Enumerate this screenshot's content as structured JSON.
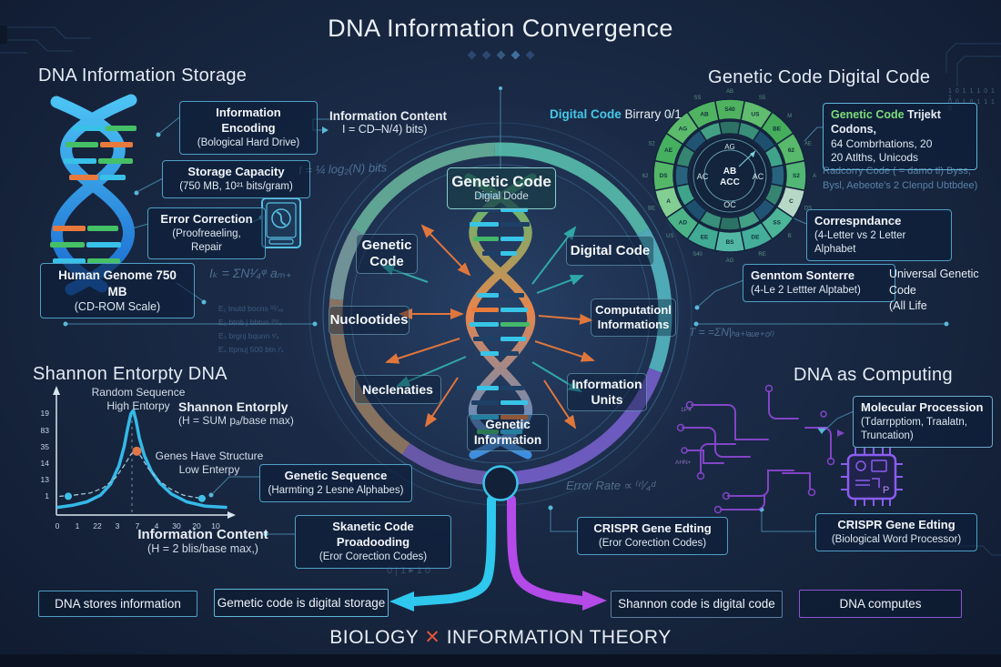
{
  "title": "DNA Information Convergence",
  "footer": {
    "left": "BIOLOGY ",
    "x": "✕",
    "right": " INFORMATION THEORY"
  },
  "colors": {
    "accent_cyan": "#35c0e8",
    "accent_purple": "#b44ae8",
    "accent_orange": "#e0763c",
    "accent_green": "#56c466",
    "box_border": "#4e9fc4",
    "x_red": "#e05538"
  },
  "storage": {
    "heading": "DNA Information Storage",
    "box1_l1": "Information Encoding",
    "box1_l2": "(Bological Hard Drive)",
    "box2_l1": "Storage Capacity",
    "box2_l2": "(750 MB, 10²¹ bits/gram)",
    "box3_l1": "Error Correction",
    "box3_l2": "(Proofreaeling, Repair",
    "box4_l1": "Human Genome 750 MB",
    "box4_l2": "(CD-ROM Scale)",
    "info_l1": "Information Content",
    "info_l2": "I = CD–N/4) bits)"
  },
  "genetic": {
    "heading": "Genetic Code Digital Code",
    "digital_cyan": "Digital Code",
    "digital_white": " Birrary 0/1",
    "box1_hl": "Genetic Code",
    "box1_rest": " Trijekt Codons,",
    "box1_l2": "64 Combrhations, 20",
    "box1_l3": "20 Atlths, Unicods",
    "faint1": "Radcorry Code ( = damo  tl)  Byss,",
    "faint2": "Bysl, Aebeote's 2 Clenpd Ubtbdee)",
    "box2_l1": "Correspndance",
    "box2_l2": "(4-Letter vs 2 Letter Alphabet",
    "box3_l1": "Genntom Sonterre",
    "box3_l2": "(4-Le  2 Lettter Alptabet)",
    "uni_l1": "Universal Genetic Code",
    "uni_l2": "(All Life"
  },
  "center": {
    "top_line1": "Genetic Code",
    "top_line2": "Digial Dode",
    "left_top_1": "Genetic",
    "left_top_2": "Code",
    "right_top": "Digital Code",
    "left_mid": "Nuclootides",
    "right_mid_1": "Computationl",
    "right_mid_2": "Informations",
    "left_low": "Neclenaties",
    "right_low_1": "Information",
    "right_low_2": "Units",
    "bottom_1": "Genetic",
    "bottom_2": "Information"
  },
  "shannon": {
    "heading": "Shannon Entorpty DNA",
    "rand1": "Random Sequence",
    "rand2": "High Entorpy",
    "sh1": "Shannon Entorply",
    "sh2": "(H =  SUM pₐ/base max)",
    "genes1": "Genes Have Structure",
    "genes2": "Low Enterpy",
    "info1": "Information Content",
    "info2": "(H = 2 blis/base max,)",
    "box1_l1": "Genetic Sequence",
    "box1_l2": "(Harmting 2 Lesne Alphabes)",
    "box2_l1": "Skanetic Code Proadooding",
    "box2_l2": "(Eror Corection Codes)"
  },
  "computing": {
    "heading": "DNA as Computing",
    "box1_l1": "Molecular Procession",
    "box1_l2": "(Tdarrpptiom, Traalatn,",
    "box1_l3": "Truncation)",
    "box2_l1": "CRISPR Gene Edting",
    "box2_l2": "(Eror Corection Codes)",
    "box3_l1": "CRISPR Gene Edting",
    "box3_l2": "(Biological Word Processor)"
  },
  "bottom_row": {
    "b1": "DNA stores information",
    "b2": "Gemetic code is digital storage",
    "b3": "Shannon code is digital code",
    "b4": "DNA computes"
  },
  "decor": {
    "formula_storage": "I = ¼ log₂(N) bits",
    "formula_if": "Iₖ = ΣN¹⁄₄ᵠ aₘ₊",
    "rows": [
      "E₁ tnutd bocns    ᵇ¹⁄₄ₐ",
      "E₂ btnb j bbtun    ²⁰⁄₄",
      "E₃ brgnj bqunn    ⁿ⁄₄",
      "E₄ ttpnuj 500 btn   ⁱ⁄₄"
    ],
    "formula_right": "T = =ΣN|ₕₐ₊ₗₐᵤₑ₊₀ₗ₎",
    "error_rate": "Error Rate  ∝ ⁽ʳ⁾⁄₄ᵈ",
    "center_faint": "0 | 1  ▸  1  0",
    "binary1": "1 0 1 1 1 0 1 1",
    "binary2": "0 0 1 0 1 1 1 0"
  },
  "codon_wheel": {
    "center_line1": "AB",
    "center_line2": "ACC",
    "center_top": "AG",
    "center_left": "AC",
    "center_right": "AC",
    "center_bottom": "OC",
    "outer_segments": [
      {
        "label": "S40",
        "color": "#55c263"
      },
      {
        "label": "US",
        "color": "#68cd74"
      },
      {
        "label": "BE",
        "color": "#4abc5e"
      },
      {
        "label": "62",
        "color": "#5ec96e"
      },
      {
        "label": "S2",
        "color": "#59c77a"
      },
      {
        "label": "C",
        "color": "#c9ecd6"
      },
      {
        "label": "SS",
        "color": "#52c4a0"
      },
      {
        "label": "DE",
        "color": "#49bda4"
      },
      {
        "label": "BS",
        "color": "#58c8b0"
      },
      {
        "label": "EE",
        "color": "#46b89c"
      },
      {
        "label": "AD",
        "color": "#52c28e"
      },
      {
        "label": "A",
        "color": "#8fe09a"
      },
      {
        "label": "DS",
        "color": "#5bc66b"
      },
      {
        "label": "AE",
        "color": "#4abf62"
      },
      {
        "label": "AG",
        "color": "#63cb70"
      },
      {
        "label": "AB",
        "color": "#56c366"
      }
    ],
    "inner_colors": [
      "#2e7a68",
      "#3d9a80",
      "#1e5474",
      "#44b292",
      "#2a6a84",
      "#3a8f76",
      "#22597a",
      "#48ad8c"
    ],
    "ring_letters": [
      "AB",
      "S5",
      "M",
      "AE",
      "A",
      "DS",
      "B",
      "RE",
      "AG",
      "S40",
      "US",
      "BE",
      "62",
      "S2",
      "C",
      "SS"
    ]
  },
  "chart_data": {
    "type": "line",
    "title": "Shannon Entorpty DNA",
    "xlabel": "Information Content (H = 2 blis/base max,)",
    "x_ticks": [
      "0",
      "1",
      "22",
      "3",
      "7",
      "4",
      "30",
      "20",
      "10"
    ],
    "y_ticks_top_to_bottom": [
      "19",
      "83",
      "35",
      "14",
      "13",
      "1"
    ],
    "grid": false,
    "legend": false,
    "series": [
      {
        "name": "entropy_curve",
        "color": "#35b9e8",
        "width": 3.5,
        "points": [
          [
            0.01,
            0.07
          ],
          [
            0.1,
            0.09
          ],
          [
            0.18,
            0.12
          ],
          [
            0.26,
            0.18
          ],
          [
            0.32,
            0.28
          ],
          [
            0.37,
            0.45
          ],
          [
            0.4,
            0.62
          ],
          [
            0.42,
            0.78
          ],
          [
            0.44,
            0.92
          ],
          [
            0.455,
            0.95
          ],
          [
            0.47,
            0.86
          ],
          [
            0.49,
            0.7
          ],
          [
            0.52,
            0.54
          ],
          [
            0.56,
            0.4
          ],
          [
            0.61,
            0.29
          ],
          [
            0.68,
            0.19
          ],
          [
            0.77,
            0.12
          ],
          [
            0.88,
            0.08
          ],
          [
            1,
            0.07
          ]
        ]
      },
      {
        "name": "structure_curve",
        "color": "#9ec7da",
        "width": 1.3,
        "dash": "4 4",
        "points": [
          [
            0.02,
            0.17
          ],
          [
            0.1,
            0.18
          ],
          [
            0.2,
            0.2
          ],
          [
            0.28,
            0.25
          ],
          [
            0.35,
            0.34
          ],
          [
            0.4,
            0.45
          ],
          [
            0.44,
            0.55
          ],
          [
            0.47,
            0.59
          ],
          [
            0.5,
            0.53
          ],
          [
            0.54,
            0.43
          ],
          [
            0.6,
            0.32
          ],
          [
            0.67,
            0.24
          ],
          [
            0.75,
            0.18
          ],
          [
            0.82,
            0.16
          ],
          [
            0.87,
            0.15
          ]
        ]
      }
    ],
    "markers": [
      {
        "shape": "circle",
        "color": "#e0764a",
        "r": 5,
        "x": 0.475,
        "y": 0.58
      },
      {
        "shape": "circle",
        "color": "#3fc0e8",
        "r": 4,
        "x": 0.07,
        "y": 0.17
      },
      {
        "shape": "circle",
        "color": "#3fc0e8",
        "r": 4,
        "x": 0.86,
        "y": 0.15
      }
    ]
  }
}
